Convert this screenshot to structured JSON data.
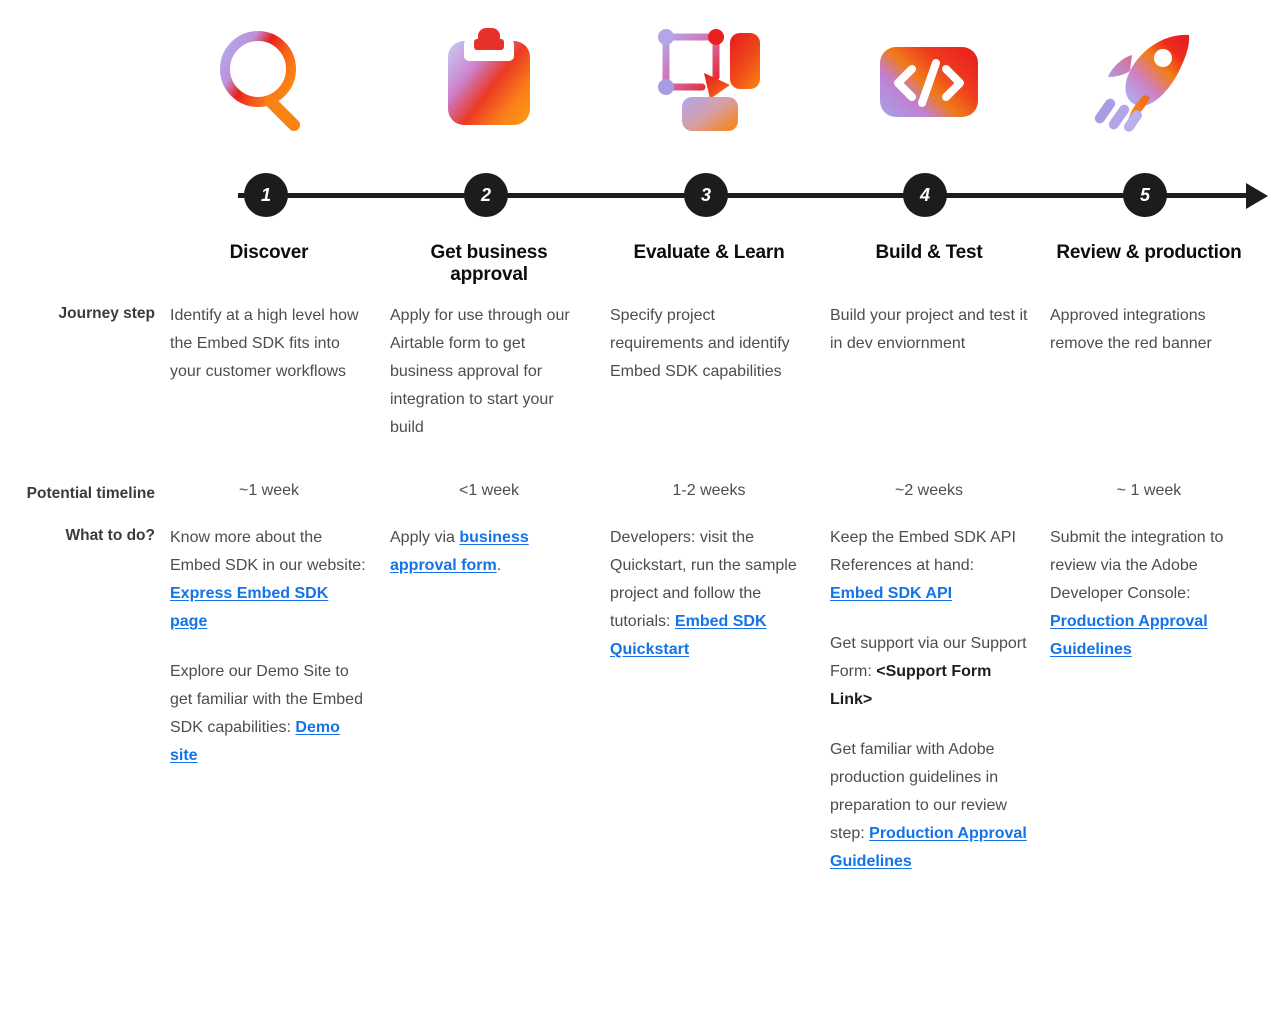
{
  "row_labels": {
    "journey_step": "Journey step",
    "potential_timeline": "Potential timeline",
    "what_to_do": "What to do?"
  },
  "timeline": {
    "nodes": [
      "1",
      "2",
      "3",
      "4",
      "5"
    ],
    "arrow": "arrow-right-icon"
  },
  "columns": [
    {
      "index": 1,
      "icon": "magnifier-icon",
      "header": "Discover",
      "journey_step": "Identify at a high level how the Embed SDK fits into your customer workflows",
      "potential_timeline": "~1 week",
      "what_to_do": [
        {
          "segments": [
            {
              "type": "text",
              "value": "Know more about the Embed SDK in our website: "
            },
            {
              "type": "link",
              "value": "Express Embed SDK page"
            }
          ]
        },
        {
          "segments": [
            {
              "type": "text",
              "value": "Explore our Demo Site to get familiar with the Embed SDK capabilities: "
            },
            {
              "type": "link",
              "value": "Demo site"
            }
          ]
        }
      ]
    },
    {
      "index": 2,
      "icon": "clipboard-icon",
      "header": "Get business approval",
      "journey_step": "Apply for use through our Airtable form to get business approval for integration to start your build",
      "potential_timeline": "<1 week",
      "what_to_do": [
        {
          "segments": [
            {
              "type": "text",
              "value": "Apply via "
            },
            {
              "type": "link",
              "value": "business approval form"
            },
            {
              "type": "text",
              "value": "."
            }
          ]
        }
      ]
    },
    {
      "index": 3,
      "icon": "design-shapes-icon",
      "header": "Evaluate & Learn",
      "journey_step": "Specify project requirements and identify Embed SDK capabilities",
      "potential_timeline": "1-2 weeks",
      "what_to_do": [
        {
          "segments": [
            {
              "type": "text",
              "value": "Developers: visit the Quickstart, run the sample project and follow the tutorials: "
            },
            {
              "type": "link",
              "value": "Embed SDK Quickstart"
            }
          ]
        }
      ]
    },
    {
      "index": 4,
      "icon": "code-brackets-icon",
      "header": "Build & Test",
      "journey_step": "Build your project and test it in dev enviornment",
      "potential_timeline": "~2 weeks",
      "what_to_do": [
        {
          "segments": [
            {
              "type": "text",
              "value": "Keep the Embed SDK API References at hand: "
            },
            {
              "type": "link",
              "value": "Embed SDK API"
            }
          ]
        },
        {
          "segments": [
            {
              "type": "text",
              "value": "Get support via our Support Form: "
            },
            {
              "type": "strong",
              "value": "<Support Form Link>"
            }
          ]
        },
        {
          "segments": [
            {
              "type": "text",
              "value": "Get familiar with Adobe production guidelines in preparation to our review step: "
            },
            {
              "type": "link",
              "value": "Production Approval Guidelines"
            }
          ]
        }
      ]
    },
    {
      "index": 5,
      "icon": "rocket-icon",
      "header": "Review & production",
      "journey_step": "Approved integrations remove the red banner",
      "potential_timeline": "~ 1 week",
      "what_to_do": [
        {
          "segments": [
            {
              "type": "text",
              "value": "Submit the integration to review via the Adobe Developer Console: "
            },
            {
              "type": "link",
              "value": "Production Approval Guidelines"
            }
          ]
        }
      ]
    }
  ],
  "colors": {
    "link": "#1473e6",
    "timeline": "#1c1c1c",
    "body_text": "#4d4d4d",
    "header_text": "#0d0d0d",
    "gradient_purple": "#b3a5e8",
    "gradient_red": "#e8201f",
    "gradient_orange": "#f98312"
  }
}
